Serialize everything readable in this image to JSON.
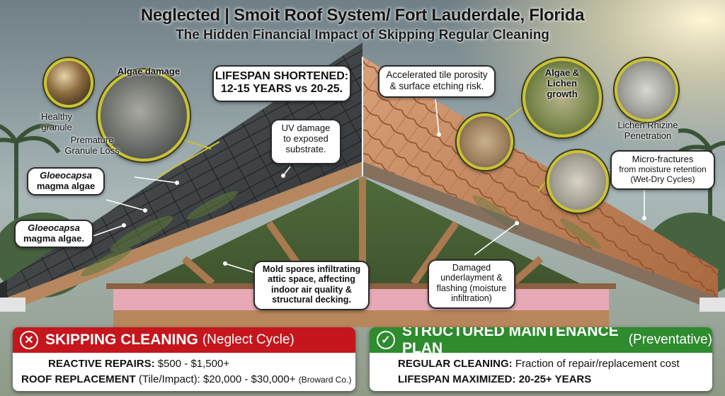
{
  "header": {
    "title": "Neglected | Smoit Roof System/ Fort Lauderdale, Florida",
    "subtitle": "The Hidden Financial Impact of Skipping Regular Cleaning"
  },
  "left_roof": {
    "lifespan": {
      "line1": "LIFESPAN SHORTENED:",
      "line2": "12-15 YEARS vs 20-25."
    },
    "algae_damage": "Algae damage",
    "healthy_granule": {
      "line1": "Healthy",
      "line2": "granule"
    },
    "premature_loss": {
      "line1": "Premature",
      "line2": "Granule Loss"
    },
    "uv_damage": {
      "line1": "UV damage",
      "line2": "to exposed",
      "line3": "substrate."
    },
    "algae_1": {
      "line1": "Gloeocapsa",
      "line2": "magma algae"
    },
    "algae_2": {
      "line1": "Gloeocapsa",
      "line2": "magma algae."
    }
  },
  "right_roof": {
    "porosity": {
      "line1": "Accelerated tile porosity",
      "line2": "& surface etching risk."
    },
    "lichen_growth": {
      "line1": "Algae &",
      "line2": "Lichen",
      "line3": "growth"
    },
    "rhizine": {
      "line1": "Lichen Rhizine",
      "line2": "Penetration"
    },
    "micro_fractures": {
      "line1": "Micro-fractures",
      "line2": "from moisture retention",
      "line3": "(Wet-Dry Cycles)"
    }
  },
  "attic": {
    "mold": {
      "line1": "Mold spores infiltrating",
      "line2": "attic space, affecting",
      "line3": "indoor air quality &",
      "line4": "structural decking."
    },
    "underlayment": {
      "line1": "Damaged",
      "line2": "underlayment &",
      "line3": "flashing (moisture",
      "line4": "infiltration)"
    }
  },
  "panels": {
    "neglect": {
      "icon": "x-circle-icon",
      "title": "SKIPPING CLEANING",
      "subtitle": "(Neglect Cycle)",
      "color": "#c4161c",
      "row1_label": "REACTIVE REPAIRS:",
      "row1_value": "$500 - $1,500+",
      "row2_label": "ROOF REPLACEMENT",
      "row2_mid": "(Tile/Impact):",
      "row2_value": "$20,000 - $30,000+",
      "row2_note": "(Broward Co.)"
    },
    "maintenance": {
      "icon": "check-circle-icon",
      "title": "STRUCTURED MAINTENANCE PLAN",
      "subtitle": "(Preventative)",
      "color": "#2e8b2e",
      "row1_label": "REGULAR CLEANING:",
      "row1_value": "Fraction of repair/replacement cost",
      "row2_label": "LIFESPAN MAXIMIZED:",
      "row2_value": "20-25+ YEARS"
    }
  },
  "colors": {
    "sky": "#9fb0b8",
    "shingle": "#3b3e40",
    "tile": "#c98a5e",
    "lens_ring": "#c9c236",
    "neglect_red": "#c4161c",
    "maintenance_green": "#2e8b2e"
  }
}
